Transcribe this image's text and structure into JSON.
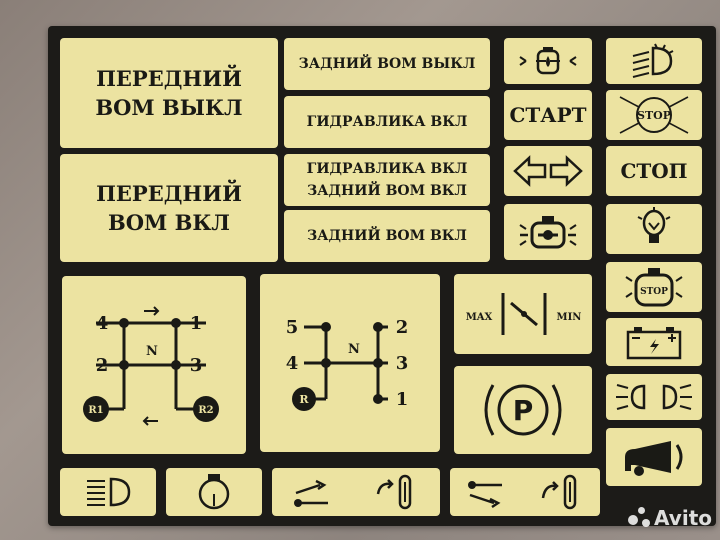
{
  "labels": {
    "front_pto_off": "ПЕРЕДНИЙ ВОМ ВЫКЛ",
    "rear_pto_off": "ЗАДНИЙ ВОМ ВЫКЛ",
    "hydraulics_on": "ГИДРАВЛИКА ВКЛ",
    "hydraulics_on_2": "ГИДРАВЛИКА ВКЛ",
    "rear_pto_on_2": "ЗАДНИЙ ВОМ ВКЛ",
    "front_pto_on": "ПЕРЕДНИЙ ВОМ ВКЛ",
    "rear_pto_on": "ЗАДНИЙ ВОМ ВКЛ",
    "start": "СТАРТ",
    "stop": "СТОП",
    "stop_sign": "STOP",
    "stop_sign_2": "STOP",
    "max": "MAX",
    "min": "MIN",
    "parking": "P"
  },
  "gear_left": {
    "n1": "1",
    "n2": "2",
    "n3": "3",
    "n4": "4",
    "neutral": "N",
    "r1": "R1",
    "r2": "R2"
  },
  "gear_right": {
    "n1": "1",
    "n2": "2",
    "n3": "3",
    "n4": "4",
    "n5": "5",
    "neutral": "N",
    "r": "R"
  },
  "icons": [
    "oil-pressure-icon",
    "light-icon",
    "stop-sign-icon",
    "turn-signal-icon",
    "stop-oil-icon",
    "oil-can-icon",
    "battery-icon",
    "fog-light-icon",
    "horn-icon",
    "headlight-icon",
    "lift-icon",
    "pto-lever-icon",
    "parking-brake-icon",
    "throttle-icon"
  ],
  "watermark": "Avito",
  "colors": {
    "label_bg": "#ece3a1",
    "sheet": "#1c1b18",
    "ink": "#1a1a15"
  }
}
